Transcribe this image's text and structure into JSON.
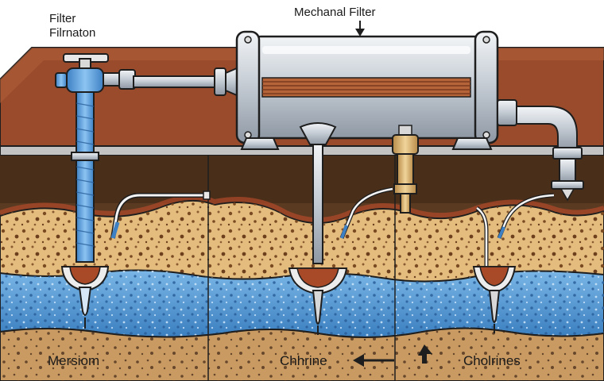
{
  "labels": {
    "top_left_line1": "Filter",
    "top_left_line2": "Filrnaton",
    "top_center": "Mechanal Filter",
    "bottom_left": "Mersiom",
    "bottom_center": "Chhrine",
    "bottom_right": "Cholrines"
  },
  "colors": {
    "ground_surface": "#9a4b2c",
    "soil_sand": "#e3bc7e",
    "soil_dark": "#5b3a22",
    "water": "#4e92cf",
    "steel": "#cdd3da",
    "pipe_blue": "#5ea2df",
    "outline": "#1e1e1e"
  }
}
